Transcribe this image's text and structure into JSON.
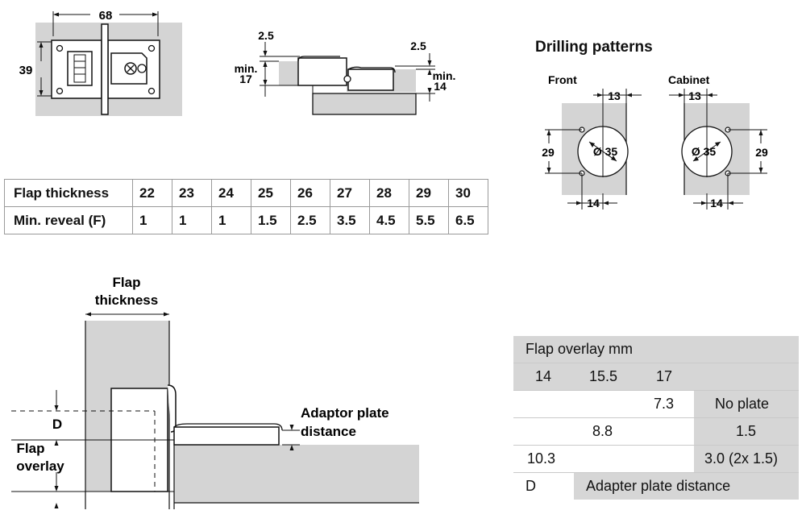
{
  "hinge_top": {
    "dim_width": "68",
    "dim_height": "39"
  },
  "side_view": {
    "dim_top_left": "2.5",
    "dim_min_left_a": "min.",
    "dim_min_left_b": "17",
    "dim_top_right": "2.5",
    "dim_min_right_a": "min.",
    "dim_min_right_b": "14"
  },
  "drilling": {
    "title": "Drilling patterns",
    "front": {
      "label": "Front",
      "dim_top": "13",
      "dim_side": "29",
      "diameter": "Ø 35",
      "dim_bottom": "14"
    },
    "cabinet": {
      "label": "Cabinet",
      "dim_top": "13",
      "dim_side": "29",
      "diameter": "Ø 35",
      "dim_bottom": "14"
    }
  },
  "reveal_table": {
    "row1_header": "Flap thickness",
    "row1_values": [
      "22",
      "23",
      "24",
      "25",
      "26",
      "27",
      "28",
      "29",
      "30"
    ],
    "row2_header": "Min. reveal (F)",
    "row2_values": [
      "1",
      "1",
      "1",
      "1.5",
      "2.5",
      "3.5",
      "4.5",
      "5.5",
      "6.5"
    ]
  },
  "section": {
    "flap_thickness_a": "Flap",
    "flap_thickness_b": "thickness",
    "d_label": "D",
    "flap_overlay_a": "Flap",
    "flap_overlay_b": "overlay",
    "adaptor_a": "Adaptor plate",
    "adaptor_b": "distance"
  },
  "overlay_table": {
    "header": "Flap overlay mm",
    "col1": "14",
    "col2": "15.5",
    "col3": "17",
    "r1_value": "7.3",
    "r1_plate": "No plate",
    "r2_value": "8.8",
    "r2_plate": "1.5",
    "r3_value": "10.3",
    "r3_plate": "3.0 (2x 1.5)",
    "legend_key": "D",
    "legend_text": "Adapter plate distance"
  },
  "colors": {
    "panel_grey": "#d4d4d4",
    "table_grey": "#d6d6d6",
    "line": "#111111"
  }
}
